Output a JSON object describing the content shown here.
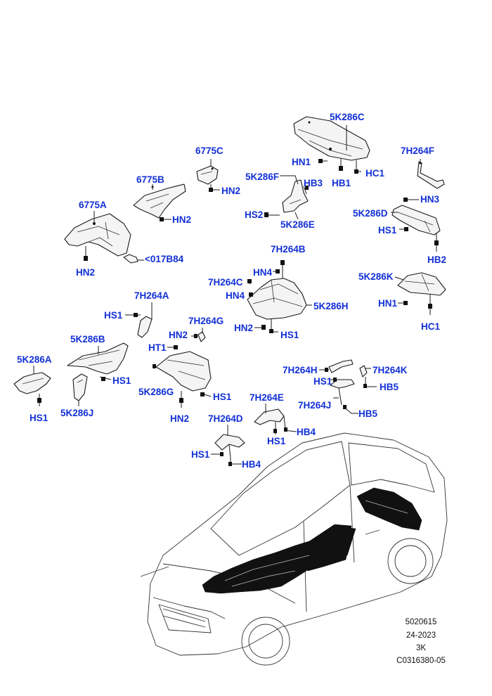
{
  "diagram": {
    "parts": [
      {
        "key": "5K286C",
        "label": "5K286C"
      },
      {
        "key": "HN1_a",
        "label": "HN1"
      },
      {
        "key": "HB1",
        "label": "HB1"
      },
      {
        "key": "HC1_a",
        "label": "HC1"
      },
      {
        "key": "7H264F",
        "label": "7H264F"
      },
      {
        "key": "HN3",
        "label": "HN3"
      },
      {
        "key": "5K286D",
        "label": "5K286D"
      },
      {
        "key": "HS1_d",
        "label": "HS1"
      },
      {
        "key": "HB2",
        "label": "HB2"
      },
      {
        "key": "6775C",
        "label": "6775C"
      },
      {
        "key": "HN2_c",
        "label": "HN2"
      },
      {
        "key": "6775B",
        "label": "6775B"
      },
      {
        "key": "HN2_b",
        "label": "HN2"
      },
      {
        "key": "6775A",
        "label": "6775A"
      },
      {
        "key": "HN2_a",
        "label": "HN2"
      },
      {
        "key": "017B84",
        "label": "<017B84"
      },
      {
        "key": "5K286F",
        "label": "5K286F"
      },
      {
        "key": "HB3",
        "label": "HB3"
      },
      {
        "key": "HS2",
        "label": "HS2"
      },
      {
        "key": "5K286E",
        "label": "5K286E"
      },
      {
        "key": "7H264B",
        "label": "7H264B"
      },
      {
        "key": "HN4_a",
        "label": "HN4"
      },
      {
        "key": "7H264C",
        "label": "7H264C"
      },
      {
        "key": "HN4_b",
        "label": "HN4"
      },
      {
        "key": "5K286H",
        "label": "5K286H"
      },
      {
        "key": "HN2_h",
        "label": "HN2"
      },
      {
        "key": "HS1_h",
        "label": "HS1"
      },
      {
        "key": "5K286K",
        "label": "5K286K"
      },
      {
        "key": "HN1_k",
        "label": "HN1"
      },
      {
        "key": "HC1_k",
        "label": "HC1"
      },
      {
        "key": "7H264A",
        "label": "7H264A"
      },
      {
        "key": "HS1_a7",
        "label": "HS1"
      },
      {
        "key": "7H264G",
        "label": "7H264G"
      },
      {
        "key": "HN2_g",
        "label": "HN2"
      },
      {
        "key": "HT1",
        "label": "HT1"
      },
      {
        "key": "5K286B",
        "label": "5K286B"
      },
      {
        "key": "HS1_b",
        "label": "HS1"
      },
      {
        "key": "5K286A",
        "label": "5K286A"
      },
      {
        "key": "HS1_5a",
        "label": "HS1"
      },
      {
        "key": "5K286J",
        "label": "5K286J"
      },
      {
        "key": "5K286G",
        "label": "5K286G"
      },
      {
        "key": "HS1_g",
        "label": "HS1"
      },
      {
        "key": "HN2_g2",
        "label": "HN2"
      },
      {
        "key": "7H264H",
        "label": "7H264H"
      },
      {
        "key": "7H264K",
        "label": "7H264K"
      },
      {
        "key": "HS1_hk",
        "label": "HS1"
      },
      {
        "key": "HB5_a",
        "label": "HB5"
      },
      {
        "key": "7H264J",
        "label": "7H264J"
      },
      {
        "key": "HB5_b",
        "label": "HB5"
      },
      {
        "key": "7H264E",
        "label": "7H264E"
      },
      {
        "key": "HB4_e",
        "label": "HB4"
      },
      {
        "key": "HS1_e",
        "label": "HS1"
      },
      {
        "key": "7H264D",
        "label": "7H264D"
      },
      {
        "key": "HS1_dd",
        "label": "HS1"
      },
      {
        "key": "HB4_d",
        "label": "HB4"
      }
    ],
    "footer": {
      "code1": "5020615",
      "date": "24-2023",
      "code2": "3K",
      "ref": "C0316380-05"
    },
    "colors": {
      "label": "#1230d6",
      "line": "#1a1a1a"
    }
  }
}
